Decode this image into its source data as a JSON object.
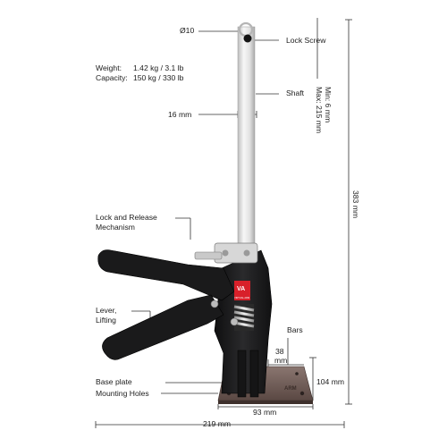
{
  "specs": {
    "weight_label": "Weight:",
    "weight_value": "1.42 kg / 3.1 lb",
    "capacity_label": "Capacity:",
    "capacity_value": "150 kg / 330 lb"
  },
  "callouts": {
    "diameter": "Ø10",
    "lock_screw": "Lock Screw",
    "shaft": "Shaft",
    "shaft_width": "16 mm",
    "lock_release_1": "Lock and Release",
    "lock_release_2": "Mechanism",
    "lever_1": "Lever,",
    "lever_2": "Lifting",
    "bars": "Bars",
    "bar_height": "38",
    "bar_height_unit": "mm",
    "base_plate": "Base plate",
    "mounting_holes": "Mounting Holes"
  },
  "dimensions": {
    "min_lift": "Min: 6 mm",
    "max_lift": "Max: 215 mm",
    "total_height": "383 mm",
    "base_height": "104 mm",
    "base_width": "93 mm",
    "total_width": "219 mm"
  },
  "product": {
    "badge_text": "VA",
    "badge_sub": "VIRTUAL ARM",
    "base_marking": "ARM",
    "colors": {
      "body": "#1b1b1d",
      "accent": "#d8202a",
      "shaft": "#e6e6e6",
      "base": "#6e5a55",
      "dimension_line": "#333333"
    }
  }
}
